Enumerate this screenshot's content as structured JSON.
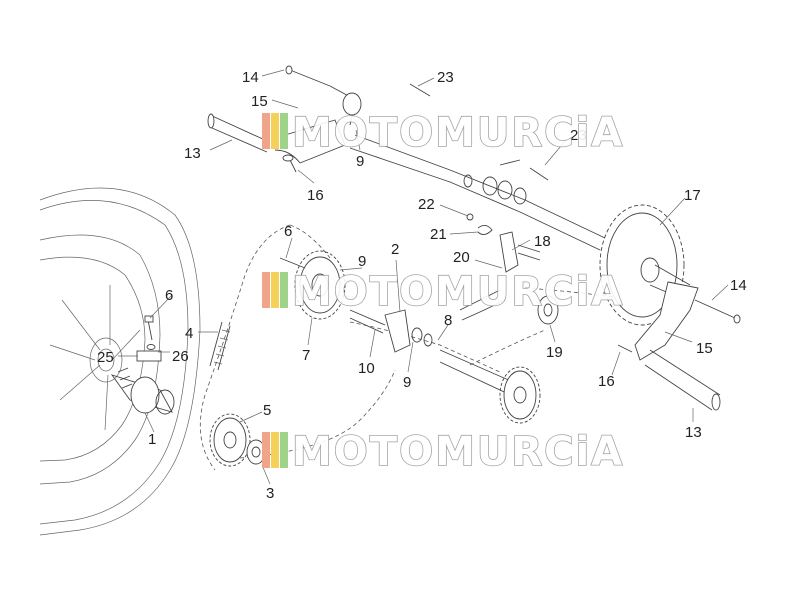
{
  "watermark": {
    "text": "MOTOMURCiA",
    "stripe_colors": [
      "#f0a58a",
      "#f4d25a",
      "#9fd38a"
    ]
  },
  "callouts": [
    {
      "label": "14"
    },
    {
      "label": "23"
    },
    {
      "label": "15"
    },
    {
      "label": "13"
    },
    {
      "label": "9"
    },
    {
      "label": "16"
    },
    {
      "label": "23"
    },
    {
      "label": "17"
    },
    {
      "label": "22"
    },
    {
      "label": "21"
    },
    {
      "label": "18"
    },
    {
      "label": "6"
    },
    {
      "label": "2"
    },
    {
      "label": "9"
    },
    {
      "label": "20"
    },
    {
      "label": "14"
    },
    {
      "label": "6"
    },
    {
      "label": "4"
    },
    {
      "label": "8"
    },
    {
      "label": "25"
    },
    {
      "label": "26"
    },
    {
      "label": "7"
    },
    {
      "label": "10"
    },
    {
      "label": "9"
    },
    {
      "label": "19"
    },
    {
      "label": "15"
    },
    {
      "label": "16"
    },
    {
      "label": "5"
    },
    {
      "label": "1"
    },
    {
      "label": "13"
    },
    {
      "label": "3"
    }
  ]
}
